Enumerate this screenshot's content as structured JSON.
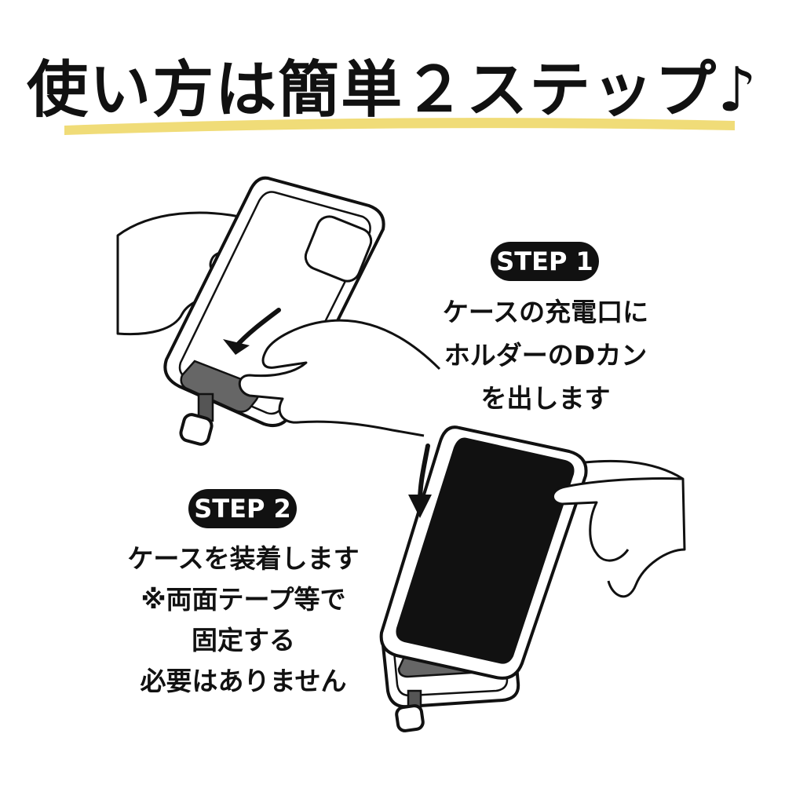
{
  "title": "使い方は簡単２ステップ♪",
  "colors": {
    "highlight": "#f0dc78",
    "badge_bg": "#111111",
    "badge_text": "#ffffff",
    "phone_screen": "#111111",
    "tab": "#666666"
  },
  "steps": [
    {
      "badge": "STEP 1",
      "lines": [
        "ケースの充電口に",
        "ホルダーのDカン",
        "を出します"
      ]
    },
    {
      "badge": "STEP 2",
      "lines": [
        "ケースを装着します",
        "※両面テープ等で",
        "固定する",
        "必要はありません"
      ]
    }
  ]
}
